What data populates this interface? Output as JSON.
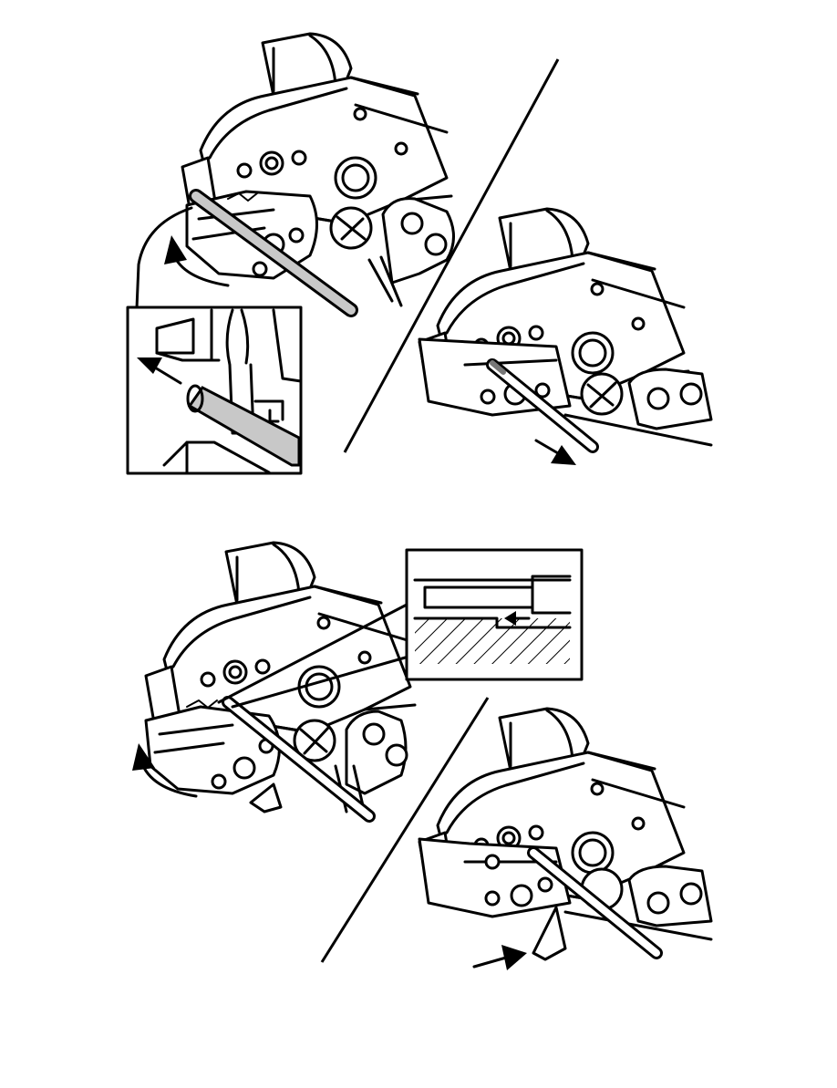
{
  "figure": {
    "panels": [
      {
        "id": "top-left",
        "icon": "crimp-tool-open-jaws-icon",
        "arrow": "curved-arrow-icon"
      },
      {
        "id": "top-left-inset",
        "icon": "wire-insertion-detail-icon",
        "arrow": "arrow-left-icon"
      },
      {
        "id": "top-right",
        "icon": "crimp-tool-wire-withdraw-icon",
        "arrow": "arrow-down-right-icon"
      },
      {
        "id": "bottom-left",
        "icon": "crimp-tool-release-icon",
        "arrow": "curved-arrow-icon"
      },
      {
        "id": "bottom-left-inset",
        "icon": "wire-stop-cross-section-icon",
        "arrow": "arrow-left-icon"
      },
      {
        "id": "bottom-right",
        "icon": "crimp-tool-lever-push-icon",
        "arrow": "arrow-right-icon"
      }
    ],
    "colors": {
      "line": "#000000",
      "wire_fill": "#c8c8c8",
      "background": "#ffffff"
    }
  }
}
